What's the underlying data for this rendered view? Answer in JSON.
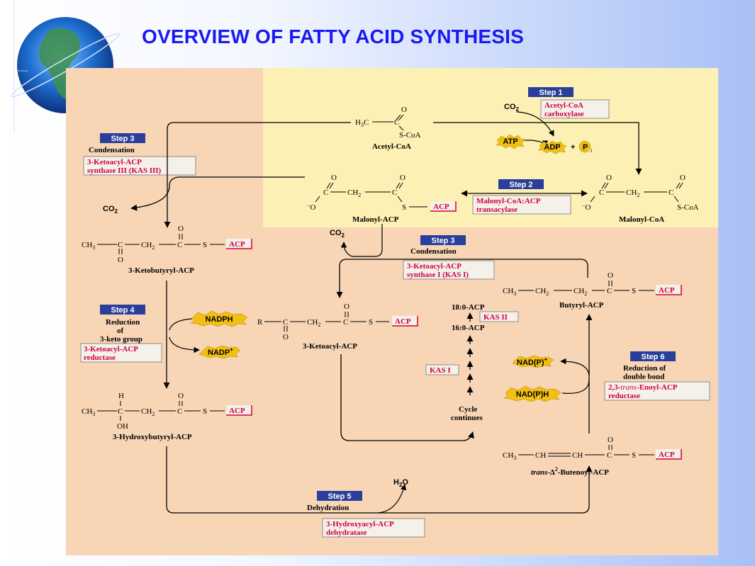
{
  "slide": {
    "title": "OVERVIEW OF FATTY ACID SYNTHESIS"
  },
  "colors": {
    "title": "#1a1af0",
    "panel_background": "#f7d5b5",
    "highlight_box": "#fdf0b4",
    "step_tab": "#2a3f9b",
    "enzyme_text": "#d2003c",
    "starburst": "#f2c010"
  },
  "steps": {
    "step1": {
      "tab": "Step 1",
      "enzyme": [
        "Acetyl-CoA",
        "carboxylase"
      ]
    },
    "step2": {
      "tab": "Step 2",
      "enzyme": [
        "Malonyl-CoA:ACP",
        "transacylase"
      ]
    },
    "step3a": {
      "tab": "Step 3",
      "title": "Condensation",
      "enzyme": [
        "3-Ketoacyl-ACP",
        "synthase III (KAS III)"
      ]
    },
    "step3b": {
      "tab": "Step 3",
      "title": "Condensation",
      "enzyme": [
        "3-Ketoacyl-ACP",
        "synthase I (KAS I)"
      ]
    },
    "step4": {
      "tab": "Step 4",
      "title": [
        "Reduction",
        "of",
        "3-keto group"
      ],
      "enzyme": [
        "3-Ketoacyl-ACP",
        "reductase"
      ]
    },
    "step5": {
      "tab": "Step 5",
      "title": "Dehydration",
      "enzyme": [
        "3-Hydroxyacyl-ACP",
        "dehydratase"
      ]
    },
    "step6": {
      "tab": "Step 6",
      "title": [
        "Reduction of",
        "double bond"
      ],
      "enzyme": [
        "2,3-",
        "trans",
        "-Enoyl-ACP",
        "reductase"
      ]
    }
  },
  "molecules": {
    "acetyl_coa": {
      "name": "Acetyl-CoA",
      "h3c": "H",
      "sub3": "3",
      "c": "C",
      "o": "O",
      "scoa": "S-CoA"
    },
    "malonyl_acp": {
      "name": "Malonyl-ACP",
      "o": "O",
      "c": "C",
      "ch2": "CH",
      "sub2": "2",
      "om": "O",
      "s": "S",
      "acp": "ACP"
    },
    "malonyl_coa": {
      "name": "Malonyl-CoA",
      "o": "O",
      "c": "C",
      "ch2": "CH",
      "sub2": "2",
      "om": "O",
      "scoa": "S-CoA"
    },
    "ketobutyryl_acp": {
      "name": "3-Ketobutyryl-ACP",
      "ch3": "CH",
      "sub3": "3",
      "c": "C",
      "ch2": "CH",
      "sub2": "2",
      "o": "O",
      "s": "S",
      "acp": "ACP"
    },
    "ketoacyl_acp": {
      "name": "3-Ketoacyl-ACP",
      "r": "R",
      "c": "C",
      "ch2": "CH",
      "sub2": "2",
      "o": "O",
      "s": "S",
      "acp": "ACP"
    },
    "hydroxybutyryl_acp": {
      "name": "3-Hydroxybutyryl-ACP",
      "ch3": "CH",
      "sub3": "3",
      "c": "C",
      "h": "H",
      "oh": "OH",
      "ch2": "CH",
      "sub2": "2",
      "o": "O",
      "s": "S",
      "acp": "ACP"
    },
    "butyryl_acp": {
      "name": "Butyryl-ACP",
      "ch3": "CH",
      "sub3": "3",
      "ch2": "CH",
      "sub2": "2",
      "c": "C",
      "o": "O",
      "s": "S",
      "acp": "ACP"
    },
    "butenoyl_acp": {
      "name_prefix": "trans",
      "name_mid": "-Δ",
      "sup": "2",
      "name_suffix": "-Butenoyl-ACP",
      "ch3": "CH",
      "sub3": "3",
      "ch": "CH",
      "c": "C",
      "o": "O",
      "s": "S",
      "acp": "ACP"
    }
  },
  "cofactors": {
    "co2": "CO",
    "co2_sub": "2",
    "atp": "ATP",
    "adp": "ADP",
    "plus": "+",
    "p": "P",
    "pi_sub": "i",
    "nadph": "NADPH",
    "nadp": "NADP",
    "nadp_sup": "+",
    "nadp_paren": "NAD(P)",
    "nadp_paren_sup": "+",
    "nadph_paren": "NAD(P)H",
    "h2o": "H",
    "h2o_sub": "2",
    "h2o_o": "O"
  },
  "elongation": {
    "acp_18": "18:0-ACP",
    "acp_16": "16:0-ACP",
    "kas2": "KAS II",
    "kas1": "KAS I",
    "cycle": [
      "Cycle",
      "continues"
    ]
  }
}
